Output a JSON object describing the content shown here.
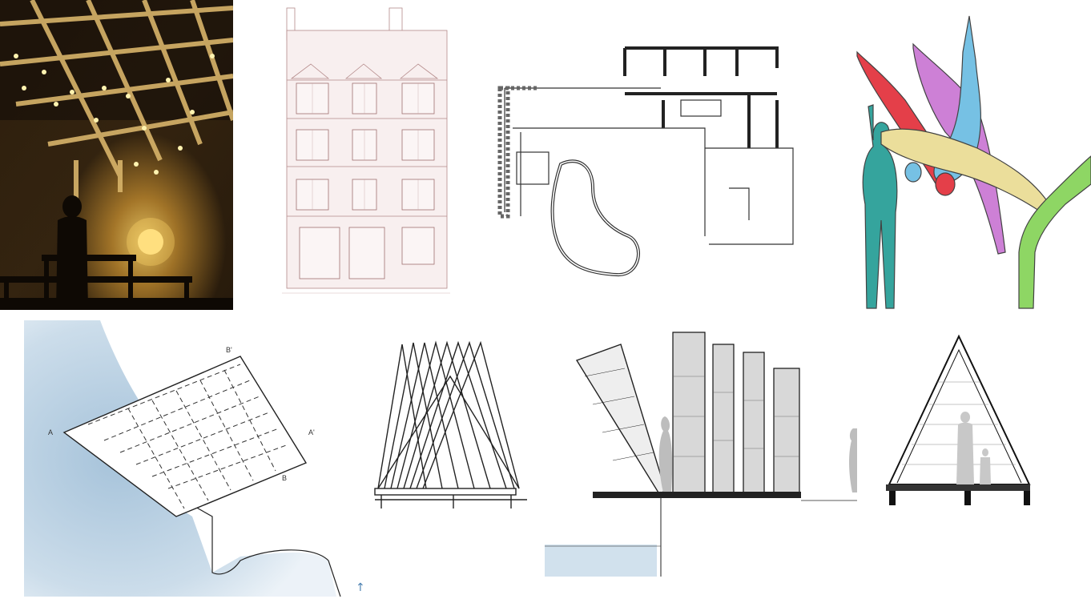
{
  "panels": {
    "photo": {
      "icon": "installation-photo-icon"
    },
    "facade": {
      "icon": "building-facade-drawing-icon"
    },
    "floorplan": {
      "icon": "floor-plan-drawing-icon"
    },
    "figures": {
      "icon": "dancing-figures-sketch-icon",
      "colors": [
        "#12958c",
        "#e01e2a",
        "#c56bd0",
        "#5fb7e0",
        "#e8d98a",
        "#7bd04a"
      ]
    },
    "siteplan": {
      "icon": "site-plan-drawing-icon",
      "section_marker_left": "A",
      "section_marker_right": "A'",
      "section_marker_top": "B'",
      "section_marker_bottom": "B",
      "north_arrow": "↑"
    },
    "frame": {
      "icon": "a-frame-elevation-icon"
    },
    "section": {
      "icon": "side-section-drawing-icon"
    },
    "aframe": {
      "icon": "a-frame-section-icon"
    }
  }
}
